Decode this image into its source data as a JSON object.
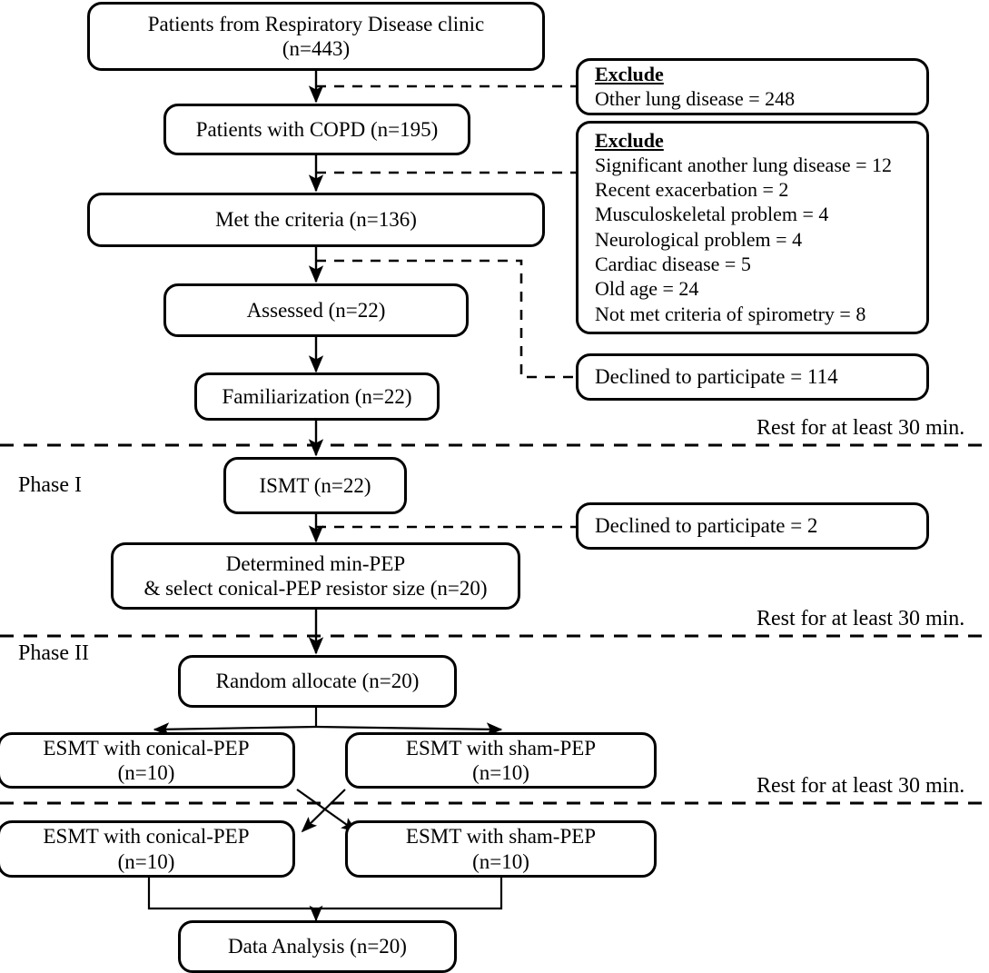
{
  "diagram": {
    "title": "COPD study CONSORT-style participant flow diagram",
    "colors": {
      "stroke": "#000000",
      "fill": "#ffffff"
    },
    "nodes": {
      "source": {
        "line1": "Patients from Respiratory Disease clinic",
        "line2": "(n=443)"
      },
      "copd": {
        "line1": "Patients with COPD (n=195)"
      },
      "criteria": {
        "line1": "Met the criteria  (n=136)"
      },
      "assessed": {
        "line1": "Assessed (n=22)"
      },
      "familiarization": {
        "line1": "Familiarization  (n=22)"
      },
      "ismt": {
        "line1": "ISMT (n=22)"
      },
      "determined": {
        "line1": "Determined min-PEP",
        "line2": "& select conical-PEP resistor size (n=20)"
      },
      "random": {
        "line1": "Random allocate  (n=20)"
      },
      "esmt_conical_1": {
        "line1": "ESMT with conical-PEP",
        "line2": "(n=10)"
      },
      "esmt_sham_1": {
        "line1": "ESMT with sham-PEP",
        "line2": "(n=10)"
      },
      "esmt_conical_2": {
        "line1": "ESMT with conical-PEP",
        "line2": "(n=10)"
      },
      "esmt_sham_2": {
        "line1": "ESMT with sham-PEP",
        "line2": "(n=10)"
      },
      "analysis": {
        "line1": "Data Analysis (n=20)"
      },
      "declined_114": {
        "line1": "Declined to participate = 114"
      },
      "declined_2": {
        "line1": "Declined to participate = 2"
      }
    },
    "exclusions": [
      {
        "id": "exclude-1",
        "title": "Exclude",
        "items": [
          "Other lung disease = 248"
        ]
      },
      {
        "id": "exclude-2",
        "title": "Exclude",
        "items": [
          "Significant another lung disease = 12",
          "Recent exacerbation = 2",
          "Musculoskeletal problem = 4",
          "Neurological problem = 4",
          "Cardiac disease = 5",
          "Old age = 24",
          "Not met criteria of spirometry = 8"
        ]
      }
    ],
    "phase_labels": [
      {
        "id": "phase-1",
        "text": "Phase I"
      },
      {
        "id": "phase-2",
        "text": "Phase II"
      }
    ],
    "rest_labels": [
      {
        "id": "rest-1",
        "text": "Rest for at least 30 min."
      },
      {
        "id": "rest-2",
        "text": "Rest for at least 30 min."
      },
      {
        "id": "rest-3",
        "text": "Rest for at least 30 min."
      }
    ]
  }
}
